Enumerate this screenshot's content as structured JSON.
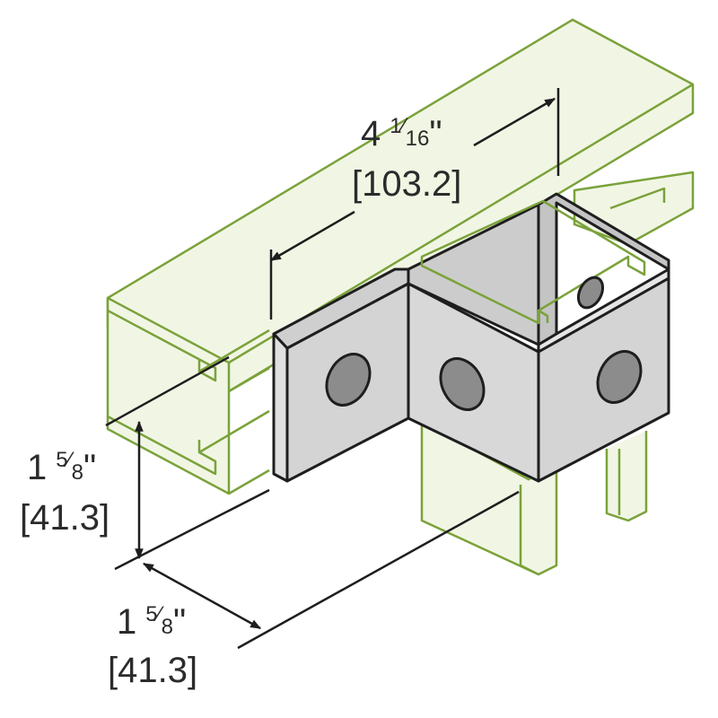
{
  "dimensions": {
    "length": {
      "whole": "4",
      "num": "1",
      "den": "16",
      "unit": "\"",
      "metric": "[103.2]"
    },
    "height": {
      "whole": "1",
      "num": "5",
      "den": "8",
      "unit": "\"",
      "metric": "[41.3]"
    },
    "depth": {
      "whole": "1",
      "num": "5",
      "den": "8",
      "unit": "\"",
      "metric": "[41.3]"
    }
  },
  "colors": {
    "channel_stroke": "#7aa23a",
    "channel_fill": "#f1f6e4",
    "bracket_fill": "#cfcfcf",
    "bracket_face": "#e0e0e0",
    "bracket_stroke": "#1e1e1e",
    "hole_fill": "#8c8c8c",
    "dim_line": "#1e1e1e",
    "text": "#2b2b2b"
  }
}
